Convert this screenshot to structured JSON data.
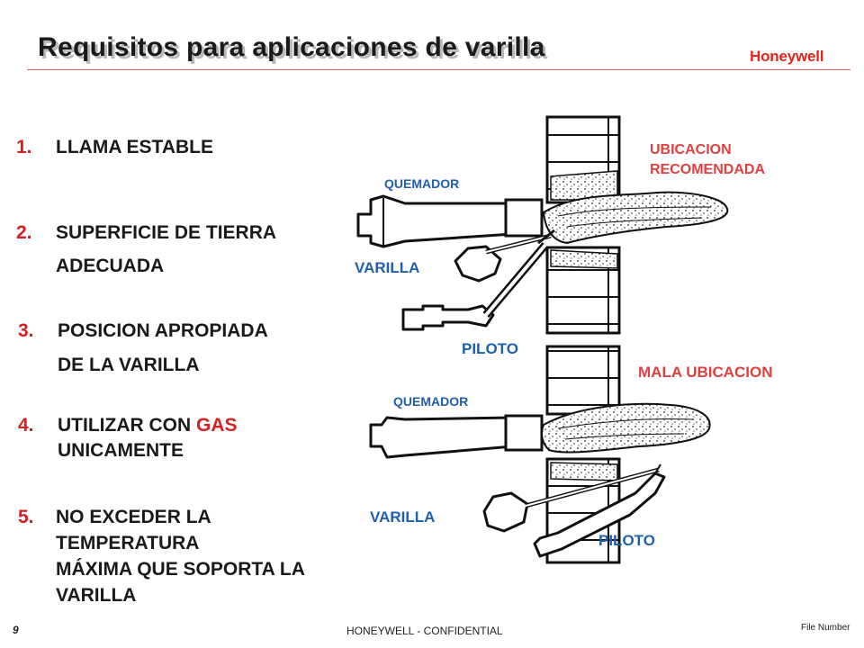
{
  "title": "Requisitos para aplicaciones de varilla",
  "logo": "Honeywell",
  "items": [
    {
      "num": "1.",
      "line1": "LLAMA ESTABLE"
    },
    {
      "num": "2.",
      "line1": "SUPERFICIE DE TIERRA",
      "line2": "ADECUADA"
    },
    {
      "num": "3.",
      "line1": "POSICION APROPIADA",
      "line2": "DE LA VARILLA"
    },
    {
      "num": "4.",
      "line1_a": "UTILIZAR CON ",
      "line1_b": "GAS",
      "line2": "UNICAMENTE"
    },
    {
      "num": "5.",
      "line1": "NO EXCEDER LA",
      "line2": "TEMPERATURA",
      "line3": "MÁXIMA QUE SOPORTA LA",
      "line4": "VARILLA"
    }
  ],
  "diagram": {
    "top": {
      "burner": "QUEMADOR",
      "rod": "VARILLA",
      "pilot": "PILOTO",
      "status_1": "UBICACION",
      "status_2": "RECOMENDADA"
    },
    "bottom": {
      "burner": "QUEMADOR",
      "rod": "VARILLA",
      "pilot": "PILOTO",
      "status": "MALA UBICACION"
    }
  },
  "footer": {
    "page": "9",
    "confidential": "HONEYWELL - CONFIDENTIAL",
    "file": "File Number"
  },
  "colors": {
    "accent_red": "#d62020",
    "label_blue": "#1f5fae",
    "brand_red": "#e1261c"
  }
}
